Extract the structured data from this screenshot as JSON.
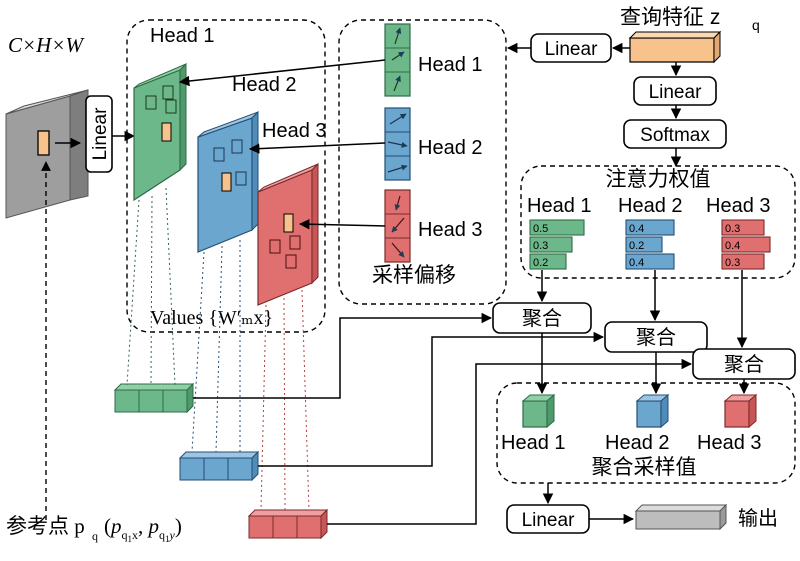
{
  "input": {
    "shape_label": "C×H×W",
    "linear": "Linear"
  },
  "value_group": {
    "head1": "Head 1",
    "head2": "Head 2",
    "head3": "Head 3",
    "values_label": "Values {W′ₘx}"
  },
  "offset_group": {
    "head1": "Head 1",
    "head2": "Head 2",
    "head3": "Head 3",
    "title": "采样偏移"
  },
  "query": {
    "label": "查询特征 z",
    "sub": "q",
    "linear_top": "Linear",
    "linear_mid": "Linear",
    "softmax": "Softmax"
  },
  "attention": {
    "title": "注意力权值",
    "heads": [
      {
        "name": "Head 1",
        "weights": [
          "0.5",
          "0.3",
          "0.2"
        ],
        "values": [
          0.5,
          0.3,
          0.2
        ],
        "color": "#6db88a"
      },
      {
        "name": "Head 2",
        "weights": [
          "0.4",
          "0.2",
          "0.4"
        ],
        "values": [
          0.4,
          0.2,
          0.4
        ],
        "color": "#6ba6cf"
      },
      {
        "name": "Head 3",
        "weights": [
          "0.3",
          "0.4",
          "0.3"
        ],
        "values": [
          0.3,
          0.4,
          0.3
        ],
        "color": "#e07070"
      }
    ]
  },
  "aggregate": {
    "label1": "聚合",
    "label2": "聚合",
    "label3": "聚合"
  },
  "sampled": {
    "title": "聚合采样值",
    "head1": "Head 1",
    "head2": "Head 2",
    "head3": "Head 3"
  },
  "output": {
    "linear": "Linear",
    "label": "输出"
  },
  "reference": {
    "label": "参考点 p",
    "coords": "(p x, p y)"
  },
  "colors": {
    "green": "#6db88a",
    "blue": "#6ba6cf",
    "red": "#e07070",
    "orange": "#f7c28c",
    "gray": "#bdbdbd"
  }
}
